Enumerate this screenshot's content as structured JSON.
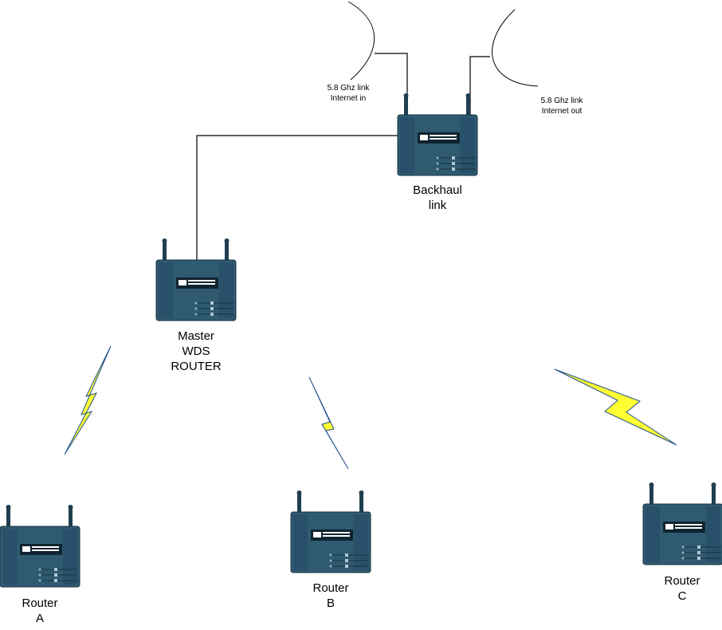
{
  "diagram": {
    "links": {
      "in_label_1": "5.8 Ghz link",
      "in_label_2": "Internet in",
      "out_label_1": "5.8 Ghz link",
      "out_label_2": "Internet out"
    },
    "nodes": {
      "backhaul": {
        "line1": "Backhaul",
        "line2": "link"
      },
      "master": {
        "line1": "Master",
        "line2": "WDS",
        "line3": "ROUTER"
      },
      "router_a": {
        "line1": "Router",
        "line2": "A"
      },
      "router_b": {
        "line1": "Router",
        "line2": "B"
      },
      "router_c": {
        "line1": "Router",
        "line2": "C"
      }
    },
    "colors": {
      "router_body": "#2f5a70",
      "router_dark": "#1f3f50",
      "lightning_fill": "#ffff33",
      "lightning_edge": "#1f4f8f",
      "line": "#000000"
    }
  }
}
